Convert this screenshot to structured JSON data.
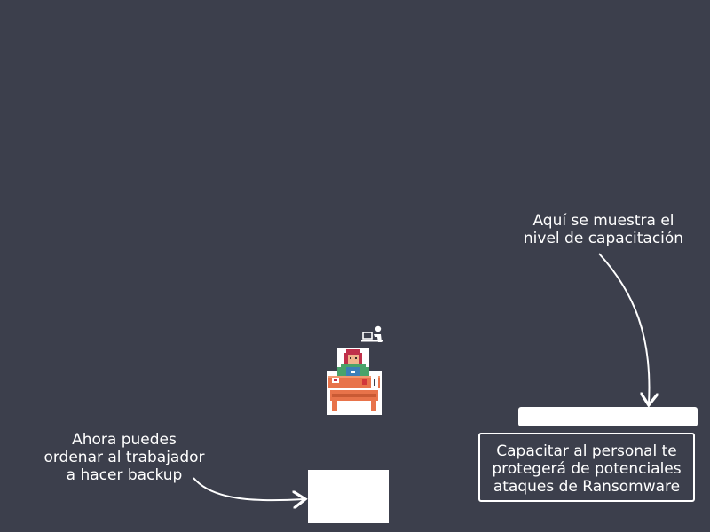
{
  "annotations": {
    "level_note": {
      "lines": [
        "Aquí se muestra el",
        "nivel de capacitación"
      ]
    },
    "backup_note": {
      "lines": [
        "Ahora puedes",
        "ordenar al trabajador",
        "a hacer backup"
      ]
    }
  },
  "training": {
    "lines": [
      "Capacitar al personal te",
      "protegerá de potenciales",
      "ataques de Ransomware"
    ]
  },
  "icons": {
    "worker": "worker-at-desk-sprite",
    "worker_status": "laptop-user-icon"
  },
  "colors": {
    "background": "#3c3f4c",
    "desk": "#e8734a",
    "shirt": "#4aa36a",
    "hair": "#c0304a",
    "foreground": "#ffffff"
  }
}
